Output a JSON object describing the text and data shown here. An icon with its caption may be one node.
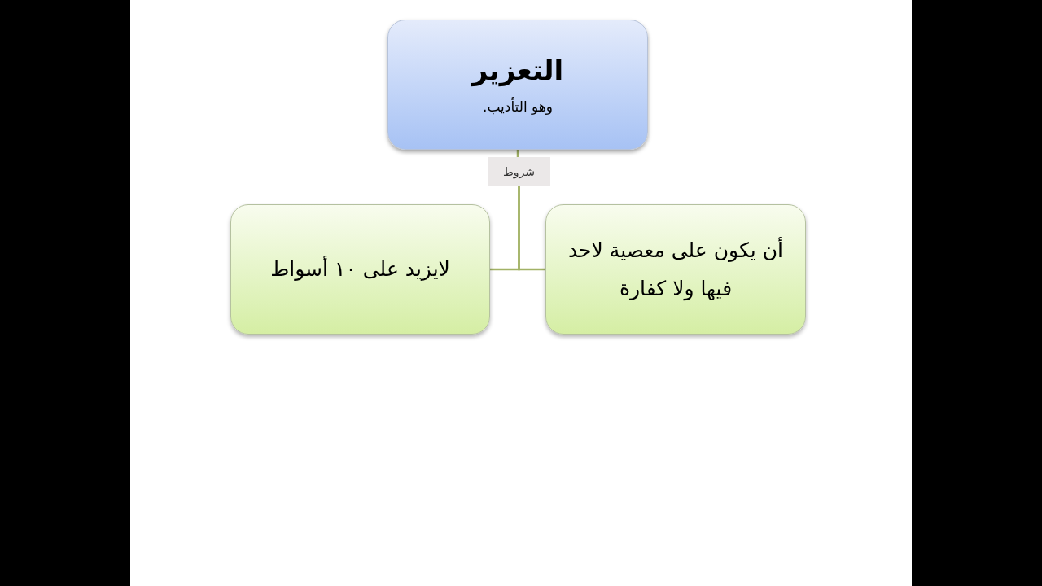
{
  "diagram": {
    "nodes": [
      {
        "text": [
          "التعزير",
          "وهو التأديب."
        ]
      },
      {
        "text": [
          "شروط"
        ]
      },
      {
        "text": [
          "أن يكون على معصية لاحد فيها ولا كفارة"
        ]
      },
      {
        "text": [
          "لايزيد على ١٠ أسواط"
        ]
      }
    ],
    "edges": [
      {
        "from": 0,
        "to": 1,
        "arrow": "none"
      },
      {
        "from": 1,
        "to": 2,
        "arrow": "none"
      },
      {
        "from": 1,
        "to": 3,
        "arrow": "none"
      }
    ]
  }
}
